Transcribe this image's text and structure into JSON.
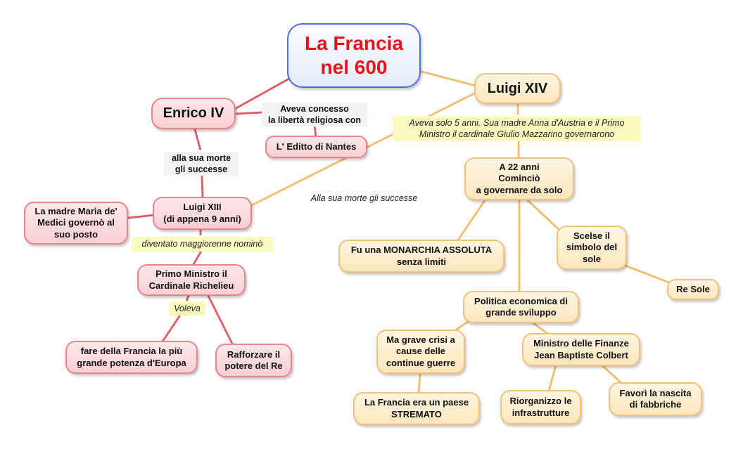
{
  "root": "La Francia\nnel 600",
  "nodes": {
    "enrico": "Enrico IV",
    "luigi14": "Luigi XIV",
    "editto": "L' Editto di Nantes",
    "luigi13": "Luigi XIII\n(di appena 9 anni)",
    "maria": "La madre Maria de'\nMedici governò al\nsuo posto",
    "richelieu": "Primo Ministro il\nCardinale Richelieu",
    "potenza": "fare della Francia la più\ngrande potenza d'Europa",
    "rafforzare": "Rafforzare il\npotere del Re",
    "a22": "A 22 anni\nCominciò\na governare da solo",
    "monarchia": "Fu una MONARCHIA ASSOLUTA\nsenza limiti",
    "simbolo": "Scelse il\nsimbolo del\nsole",
    "resole": "Re Sole",
    "politica": "Politica economica di\ngrande sviluppo",
    "crisi": "Ma grave crisi a\ncause delle\ncontinue guerre",
    "stremato": "La Francia era un paese\nSTREMATO",
    "colbert": "Ministro delle Finanze\nJean Baptiste Colbert",
    "riorganizzo": "Riorganizzo le\ninfrastrutture",
    "fabbriche": "Favorì la nascita\ndi fabbriche"
  },
  "labels": {
    "concesso": "Aveva concesso\nla libertà religiosa con",
    "morte_enrico": "alla sua morte\ngli successe",
    "maggiorenne": "diventato maggiorenne nominò",
    "voleva": "Voleva",
    "solo5": "Aveva solo 5 anni. Sua madre Anna d'Austria e il Primo\nMinistro il cardinale Giulio Mazzarino governarono",
    "morte_luigi13": "Alla sua morte gli successe"
  },
  "colors": {
    "pink_line": "#e05a66",
    "orange_line": "#f0bd6a",
    "root_border": "#4f6fe0",
    "root_text": "#e8141b"
  }
}
